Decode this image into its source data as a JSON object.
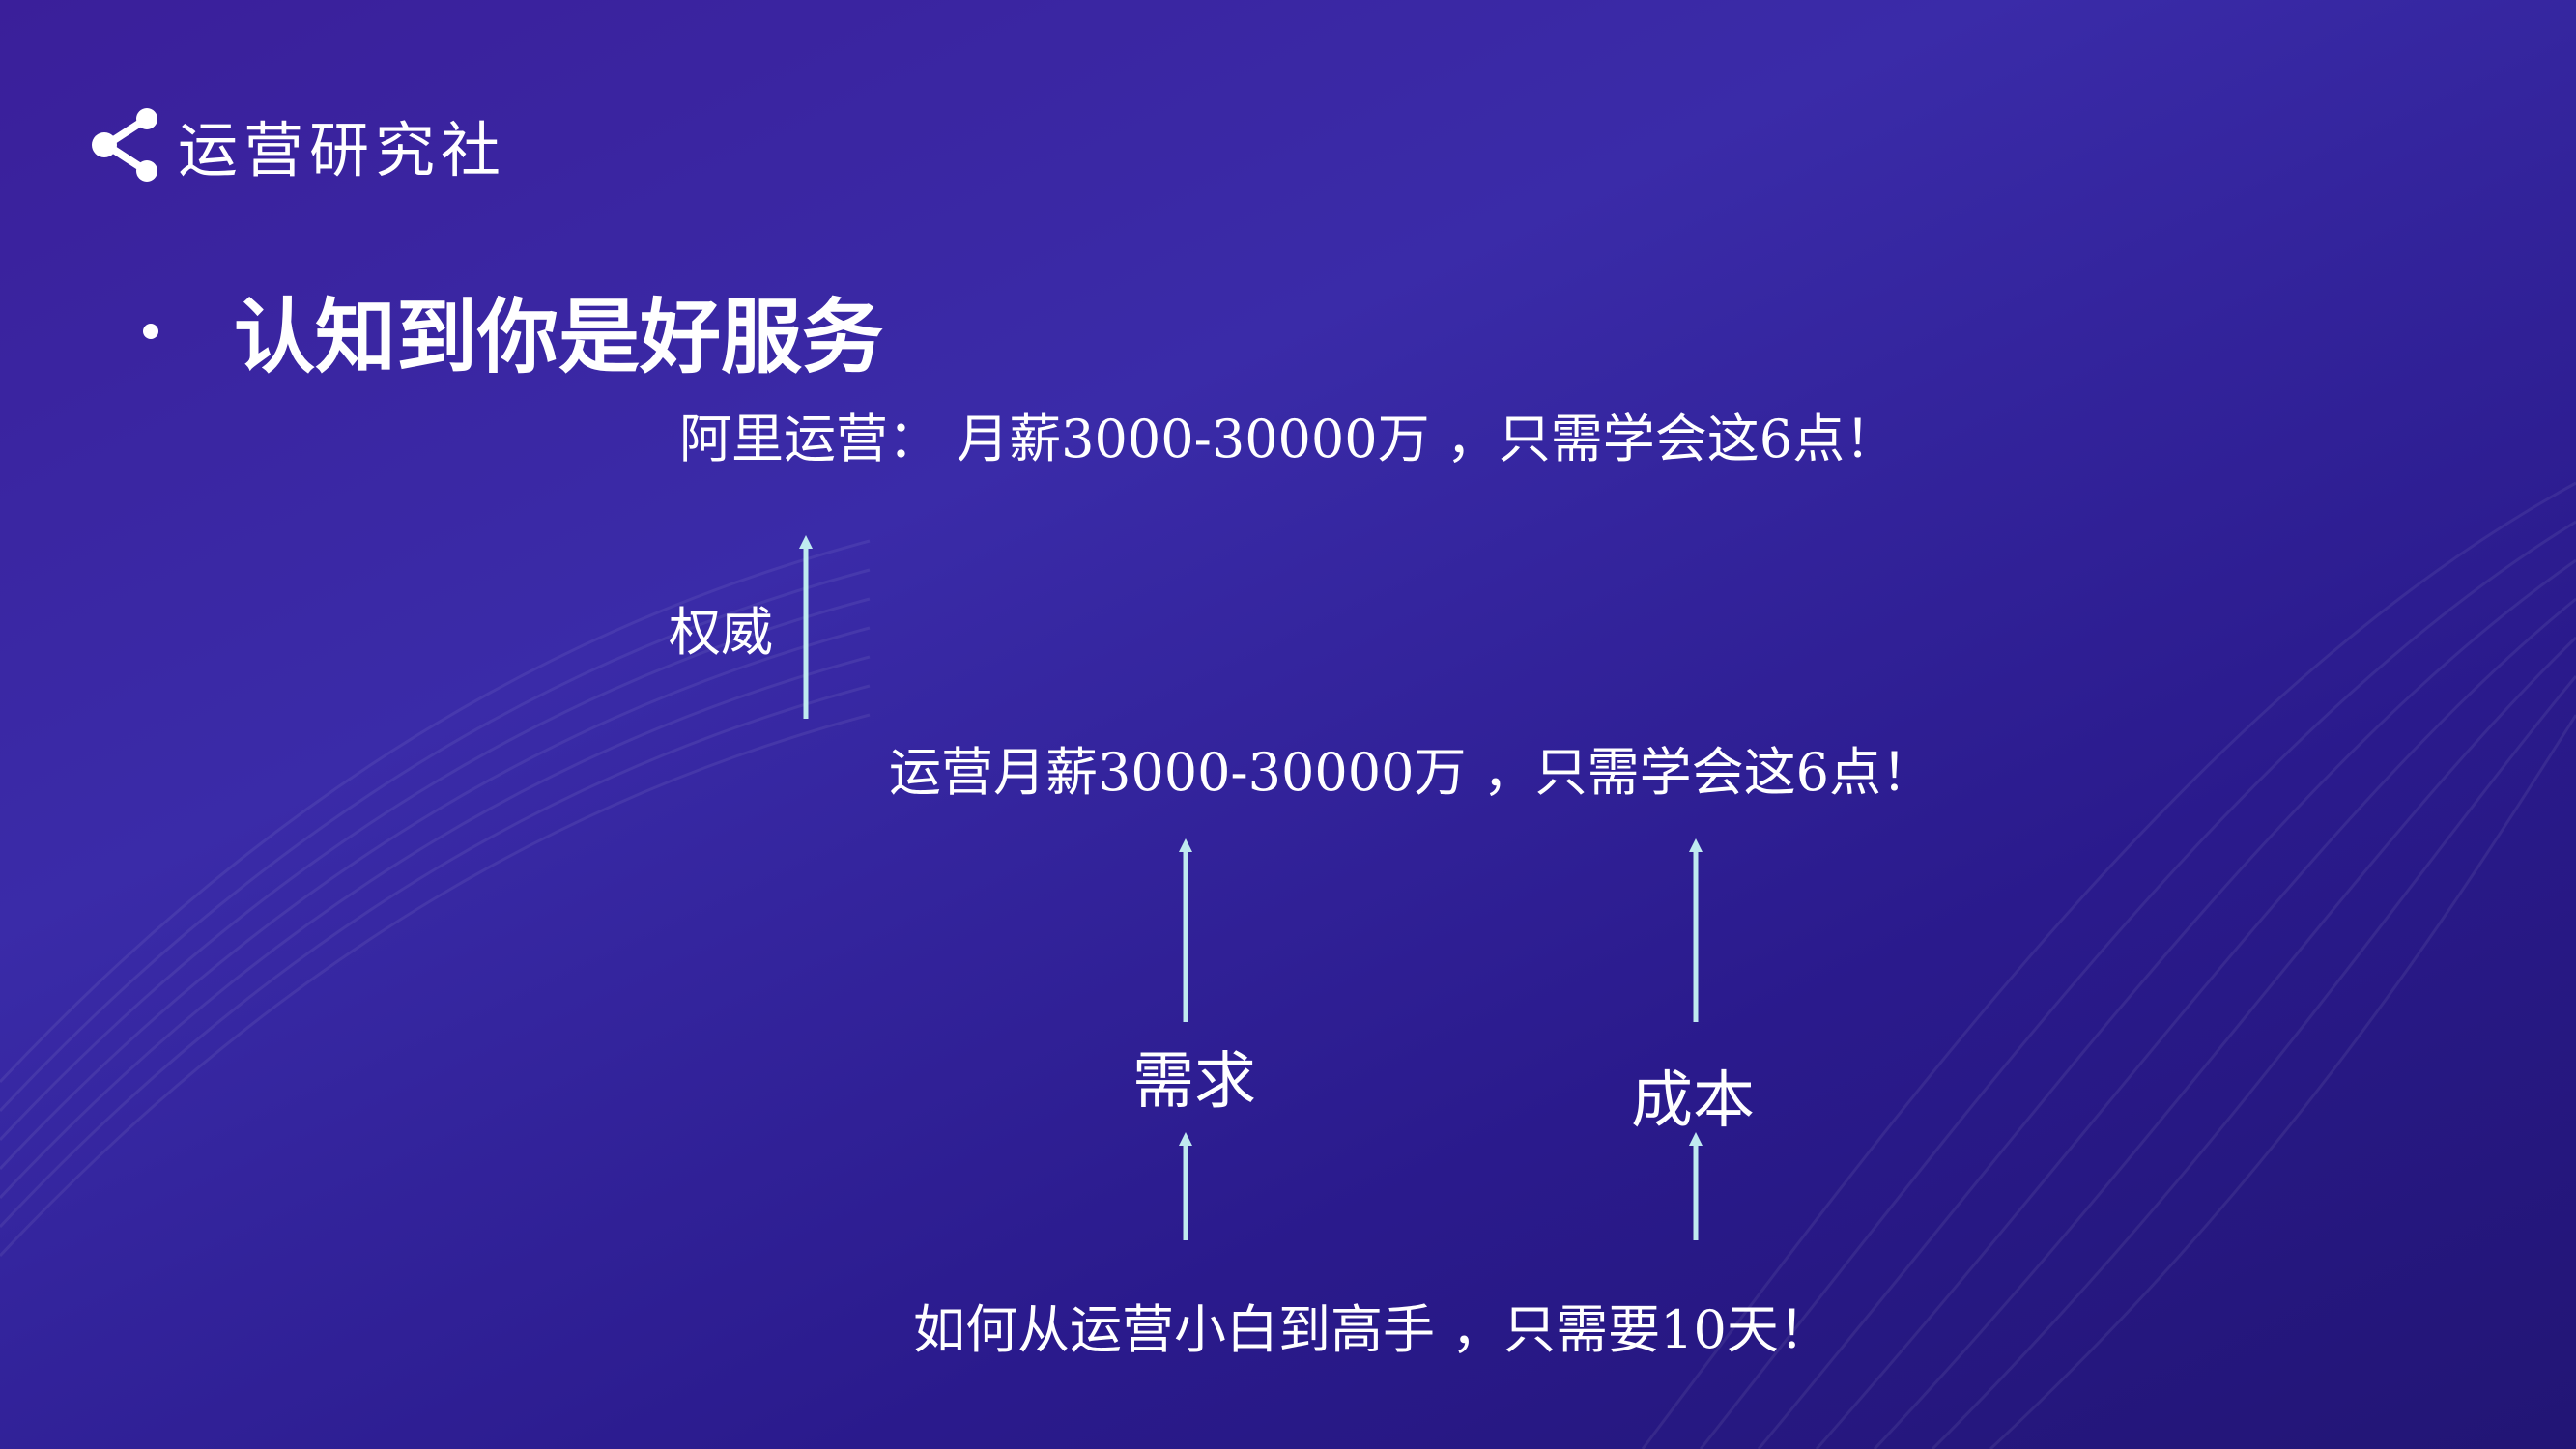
{
  "brand": {
    "logo_text": "运营研究社",
    "logo_icon": "share-icon"
  },
  "bullet": {
    "heading": "认知到你是好服务"
  },
  "lines": {
    "top": "阿里运营： 月薪3000-30000万 ，只需学会这6点！",
    "middle": "运营月薪3000-30000万 ，只需学会这6点！",
    "bottom": "如何从运营小白到高手 ，只需要10天！"
  },
  "labels": {
    "authority": "权威",
    "demand": "需求",
    "cost": "成本"
  },
  "colors": {
    "arrow": "#bfeaf0"
  }
}
